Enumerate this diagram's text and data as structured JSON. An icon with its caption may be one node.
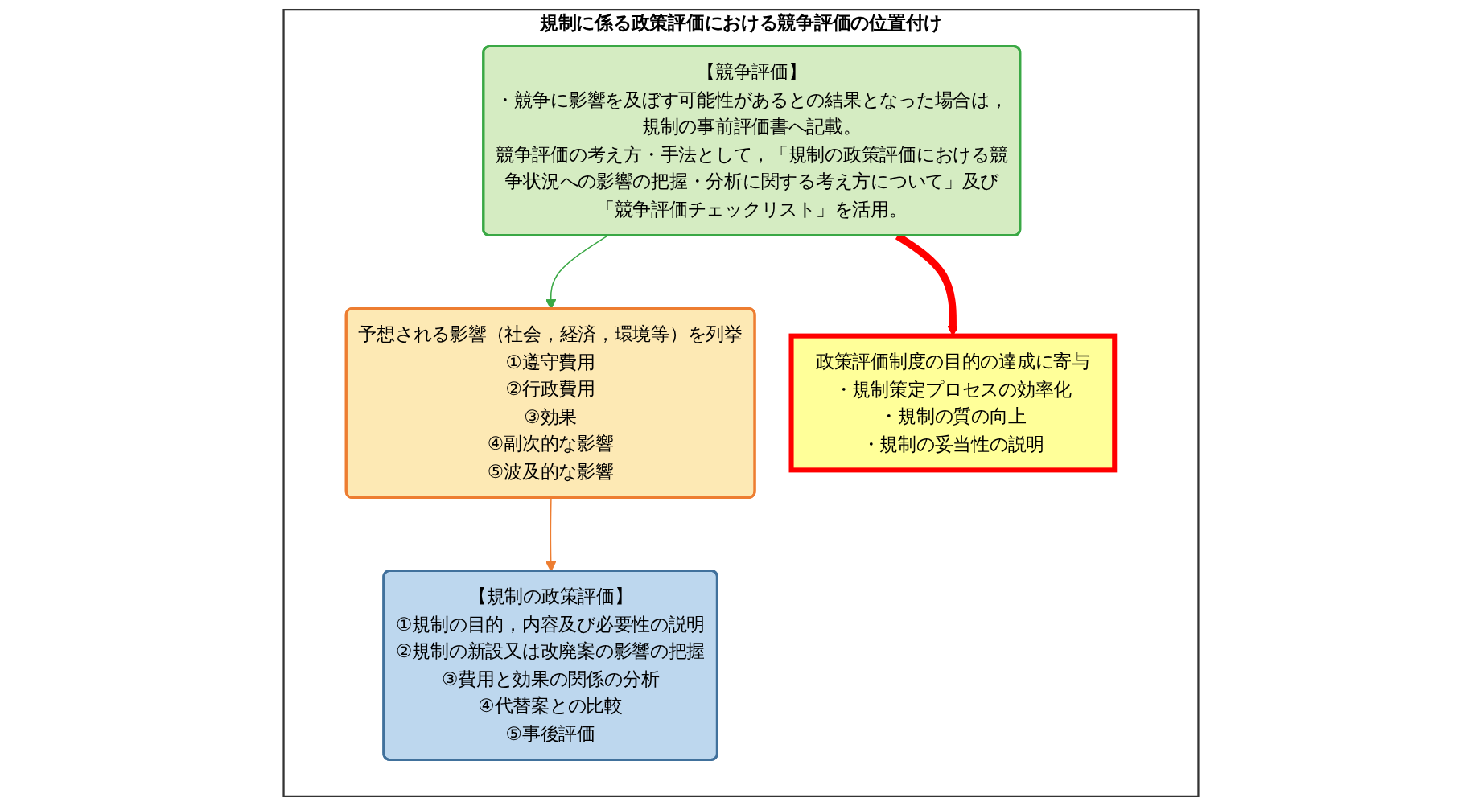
{
  "diagram": {
    "nodes": [
      {
        "text": [
          "規制に係る政策評価における競争評価の位置付け"
        ]
      },
      {
        "text": [
          "【規制の政策評価】",
          "①規制の目的，内容及び必要性の説明",
          "②規制の新設又は改廃案の影響の把握",
          "③費用と効果の関係の分析",
          "④代替案との比較",
          "⑤事後評価"
        ],
        "in": 0
      },
      {
        "text": [
          "予想される影響（社会，経済，環境等）を列挙",
          "①遵守費用",
          "②行政費用",
          "③効果",
          "④副次的な影響",
          "⑤波及的な影響"
        ],
        "in": 0
      },
      {
        "text": [
          "【競争評価】",
          "・競争に影響を及ぼす可能性があるとの結果となった場合は，規制の事前評価書へ記載。",
          "競争評価の考え方・手法として，「規制の政策評価における競争状況への影響の把握・分析に関する考え方について」及び「競争評価チェックリスト」を活用。"
        ],
        "in": 0
      },
      {
        "text": [
          "政策評価制度の目的の達成に寄与",
          "・規制策定プロセスの効率化",
          "・規制の質の向上",
          "・規制の妥当性の説明"
        ],
        "in": 0
      }
    ],
    "edges": [
      {
        "from": 2,
        "to": 1,
        "arrow": "to",
        "color": "#ed7d31"
      },
      {
        "from": 3,
        "to": 2,
        "arrow": "to",
        "color": "#3aa845"
      },
      {
        "from": 3,
        "to": 4,
        "arrow": "to",
        "style": "thick",
        "color": "#ff0000"
      }
    ]
  }
}
